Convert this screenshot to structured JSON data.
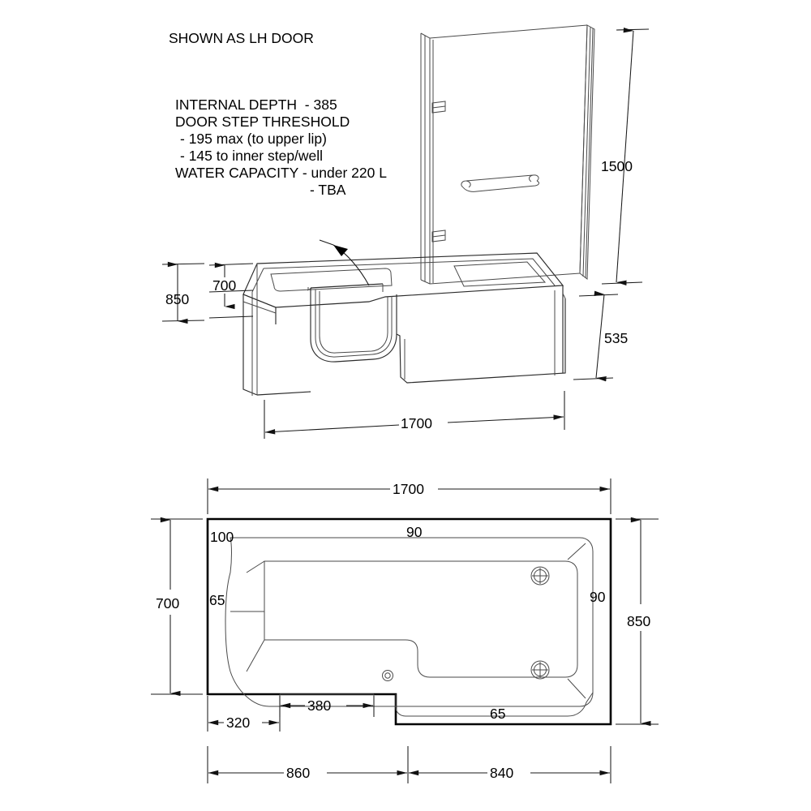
{
  "drawing": {
    "title_note": "SHOWN AS LH DOOR",
    "spec_lines": [
      "INTERNAL DEPTH  - 385",
      "DOOR STEP THRESHOLD",
      "   - 195 max (to upper lip)",
      "   - 145 to inner step/well",
      "WATER CAPACITY - under 220 L",
      "- TBA"
    ],
    "spec": {
      "internal_depth_label": "INTERNAL DEPTH  - 385",
      "door_step_threshold_label": "DOOR STEP THRESHOLD",
      "threshold_upper_lip": "- 195 max (to upper lip)",
      "threshold_inner_step": "- 145 to inner step/well",
      "water_capacity": "WATER CAPACITY - under 220 L",
      "water_capacity_value": "- TBA"
    },
    "iso_view": {
      "dim_height_overall": "850",
      "dim_height_rim": "700",
      "dim_screen_height": "1500",
      "dim_panel_height": "535",
      "dim_length": "1700"
    },
    "plan_view": {
      "dim_length_overall": "1700",
      "dim_width_narrow": "700",
      "dim_width_wide": "850",
      "dim_rim_top": "90",
      "dim_rim_right": "90",
      "dim_rim_bottom": "65",
      "dim_rim_left_upper": "100",
      "dim_rim_left_lower": "65",
      "dim_door_offset": "320",
      "dim_door_width": "380",
      "dim_section_left": "860",
      "dim_section_right": "840"
    },
    "colors": {
      "background": "#ffffff",
      "outline_heavy": "#000000",
      "outline_thin": "#4a4a4a",
      "dimension": "#1a1a1a"
    }
  }
}
